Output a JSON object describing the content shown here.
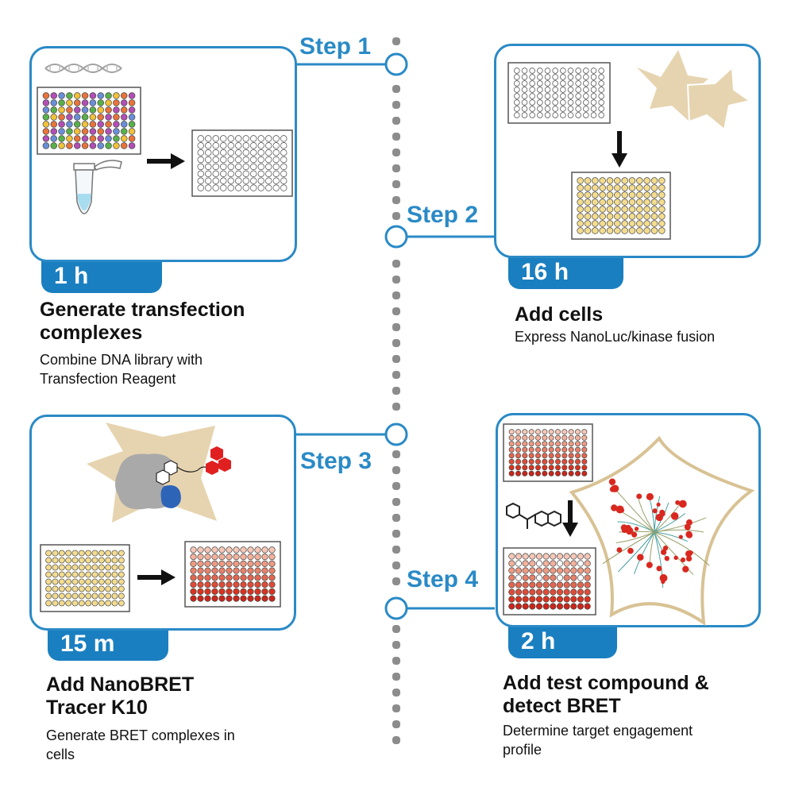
{
  "steps": [
    {
      "label": "Step 1",
      "time": "1 h",
      "title_line1": "Generate transfection",
      "title_line2": "complexes",
      "desc_line1": "Combine DNA library with",
      "desc_line2": "Transfection Reagent"
    },
    {
      "label": "Step 2",
      "time": "16 h",
      "title_line1": "Add cells",
      "desc_line1": "Express NanoLuc/kinase fusion"
    },
    {
      "label": "Step 3",
      "time": "15 m",
      "title_line1": "Add NanoBRET",
      "title_line2": "Tracer K10",
      "desc_line1": "Generate BRET complexes in",
      "desc_line2": "cells"
    },
    {
      "label": "Step 4",
      "time": "2 h",
      "title_line1": "Add test compound &",
      "title_line2": "detect BRET",
      "desc_line1": "Determine target engagement",
      "desc_line2": "profile"
    }
  ],
  "colors": {
    "accent": "#2a8ac6",
    "badge": "#1a7fc0",
    "timeline_dots": "#8c8c8c",
    "cell_tan": "#e6d4b0",
    "well_yellow": "#f3dc8e",
    "well_red": "#d9331f",
    "tracer_red": "#e02020",
    "kinase_blue": "#2e64b8"
  },
  "icons": [
    "dna-helix-icon",
    "multiwell-plate-icon",
    "microcentrifuge-tube-icon",
    "arrow-right-icon",
    "arrow-down-icon",
    "cell-icon",
    "kinase-protein-icon",
    "tracer-molecule-icon",
    "compound-structure-icon",
    "kinome-tree-icon"
  ]
}
